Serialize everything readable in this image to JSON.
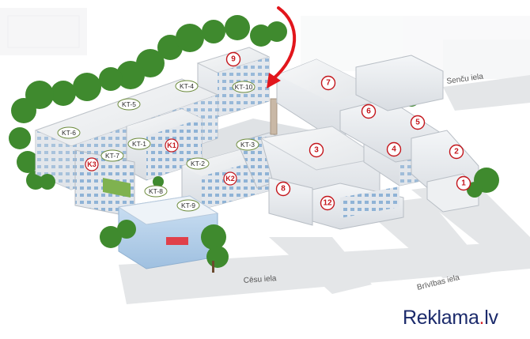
{
  "map": {
    "kt_labels": [
      "KT-1",
      "KT-2",
      "KT-3",
      "KT-4",
      "KT-5",
      "KT-6",
      "KT-7",
      "KT-8",
      "KT-9",
      "KT-10"
    ],
    "building_numbers": [
      "1",
      "2",
      "3",
      "4",
      "5",
      "6",
      "7",
      "8",
      "9",
      "12"
    ],
    "k_labels": [
      "K1",
      "K2",
      "K3"
    ],
    "streets": {
      "cesu": "Cēsu iela",
      "brivibas": "Brīvības iela",
      "sencu": "Senču iela"
    },
    "colors": {
      "marker_red": "#c4161c",
      "kt_border": "#6b8a3a",
      "arrow": "#e2161c",
      "road": "#e4e6e8",
      "glass_blue": "#bcd6ee",
      "tree_green": "#3f8a2e"
    },
    "icons": [
      "red-arrow-icon",
      "tree-icon",
      "chimney-icon"
    ]
  },
  "brand": {
    "name": "Reklama",
    "separator": ".",
    "tld": "lv"
  }
}
